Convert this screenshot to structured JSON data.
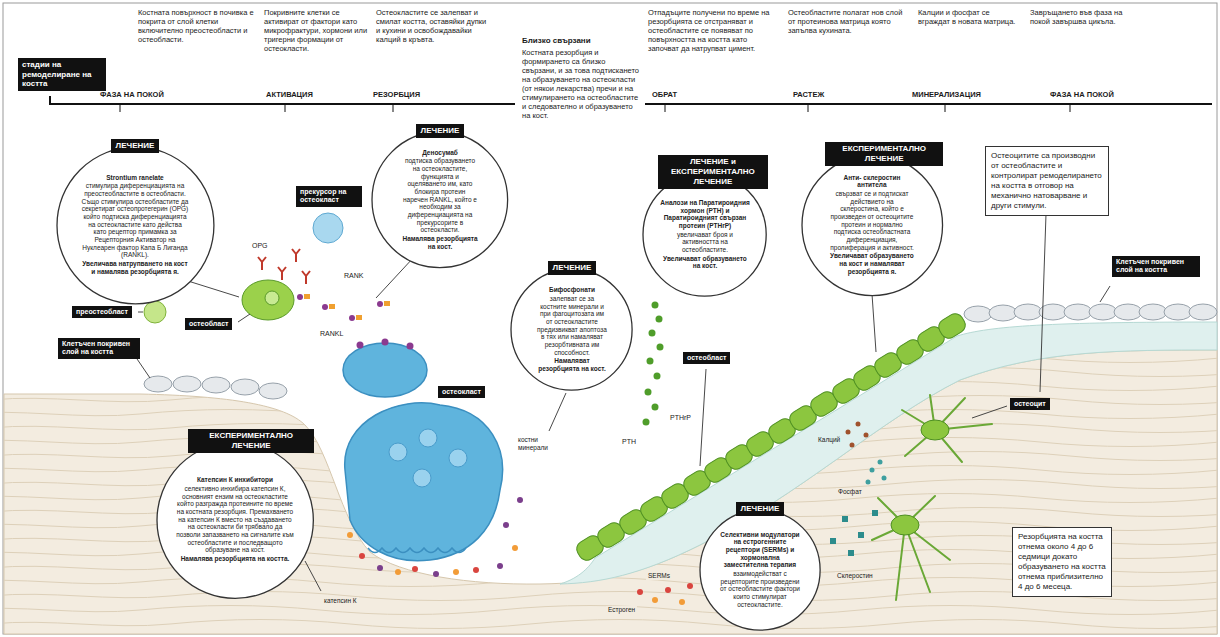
{
  "diagram": {
    "nodes": [
      {
        "text": [
          "стадии на ремоделиране на костта"
        ]
      },
      {
        "text": [
          "ЛЕЧЕНИЕ",
          "Strontium ranelate",
          "стимулира диференциацията на преостеобластите в остеобласти. Също стимулира остеобластите да секретират остеопротегерин (OPG) който подтиска диференциацията на остеокластите като действа като рецептор примамка за Рецепторния Активатор на Нуклеарен фактор Капа Б Лиганда (RANKL).",
          "Увеличава натрупването на кост и намалява резорбцията я."
        ]
      },
      {
        "text": [
          "ЛЕЧЕНИЕ",
          "Деносумаб",
          "подтиска образуването на остеокластите, функцията и оцеляването им, като блокира протеин наречен RANKL, който е необходим за диференциацията на прекурсорите в остеокласти.",
          "Намалява резорбцията на кост."
        ]
      },
      {
        "text": [
          "ЛЕЧЕНИЕ",
          "Бифосфонати",
          "залепват се за костните минерали и при фагоцитозата им от остеокластите предизвикват апоптоза в тях или намаляват резорбтивната им способност.",
          "Намаляват резорбцията на кост."
        ]
      },
      {
        "text": [
          "ЛЕЧЕНИЕ и ЕКСПЕРИМЕНТАЛНО ЛЕЧЕНИЕ",
          "Аналози на Паратироидния хормон (PTH) и Паратироидният свързан протеин (PTHrP)",
          "увеличават броя и активността на остеобластите.",
          "Увеличават образуването на кост."
        ]
      },
      {
        "text": [
          "ЕКСПЕРИМЕНТАЛНО ЛЕЧЕНИЕ",
          "Анти- склеростин антитела",
          "свързват се и подтискат действието на склеростина, който е произведен от остеоцитите протеин и нормално подтиска остеобластната диференциация, пролиферация и активност.",
          "Увеличават образуването на кост и намаляват резорбцията я."
        ]
      },
      {
        "text": [
          "Остеоцитите са производни от остеобластите и контролират ремоделирането на костта в отговор на механично натоварване и други стимули."
        ]
      },
      {
        "text": [
          "прекурсор на остеокласт"
        ]
      },
      {
        "text": [
          "преостеобласт"
        ]
      },
      {
        "text": [
          "остеобласт"
        ]
      },
      {
        "text": [
          "Клетъчен покривен слой на костта"
        ]
      },
      {
        "text": [
          "остеокласт"
        ]
      },
      {
        "text": [
          "остеобласт"
        ]
      },
      {
        "text": [
          "Клетъчен покривен слой на костта"
        ]
      },
      {
        "text": [
          "остеоцит"
        ]
      },
      {
        "text": [
          "ЕКСПЕРИМЕНТАЛНО ЛЕЧЕНИЕ",
          "Катепсин К инхибитори",
          "селективно инхибира катепсин К, основният ензим на остеокластите който разгражда протеините по време на костната резорбция. Премахването на катепсин К вместо на създаването на остеокласти би трябвало да позволи запазването на сигналите към остеобластите и последващото образуване на кост.",
          "Намалява резорбцията на костта."
        ]
      },
      {
        "text": [
          "ЛЕЧЕНИЕ",
          "Селективни модулатори на естрогенните рецептори (SERMs) и хормонална заместителна терапия",
          "взаимодействат с рецепторите произведени от остеобластите фактори които стимулират остеокластите."
        ]
      },
      {
        "text": [
          "Резорбцията на костта отнема около 4 до 6 седмици докато образуването на костта отнема приблизително 4 до 6 месеца."
        ]
      }
    ],
    "labels": [
      "Костната повърхност в почивка е покрита от слой клетки включително преостеобласти и остеобласти.",
      "Покривните клетки се активират от фактори като микрофрактури, хормони или тригерни формации от остеокласти.",
      "Остеокластите се залепват и смилат костта, оставяйки дупки и кухини и освобождавайки калций в кръвта.",
      "Близко свързани",
      "Костната резорбция и формирането са близко свързани, и за това подтискането на образуването на остеокласти (от някои лекарства) пречи и на стимулирането на остеобластите и следователно и образуването на кост.",
      "Отпадъците получени по време на резорбцията се отстраняват и остеобластите се появяват по повърхността на костта като започват да натрупват цимент.",
      "Остеобластите полагат нов слой от протеинова матрица която запълва кухината.",
      "Калции и фосфат се вграждат в новата матрица.",
      "Завръщането във фаза на покой завършва цикъла.",
      "ФАЗА НА ПОКОЙ",
      "АКТИВАЦИЯ",
      "РЕЗОРБЦИЯ",
      "ОБРАТ",
      "РАСТЕЖ",
      "МИНЕРАЛИЗАЦИЯ",
      "ФАЗА НА ПОКОЙ",
      "OPG",
      "RANK",
      "RANKL",
      "костни минерали",
      "катепсин К",
      "PTH",
      "PTHrP",
      "Калций",
      "Фосфат",
      "Склеростин",
      "SERMs",
      "Естроген"
    ]
  }
}
